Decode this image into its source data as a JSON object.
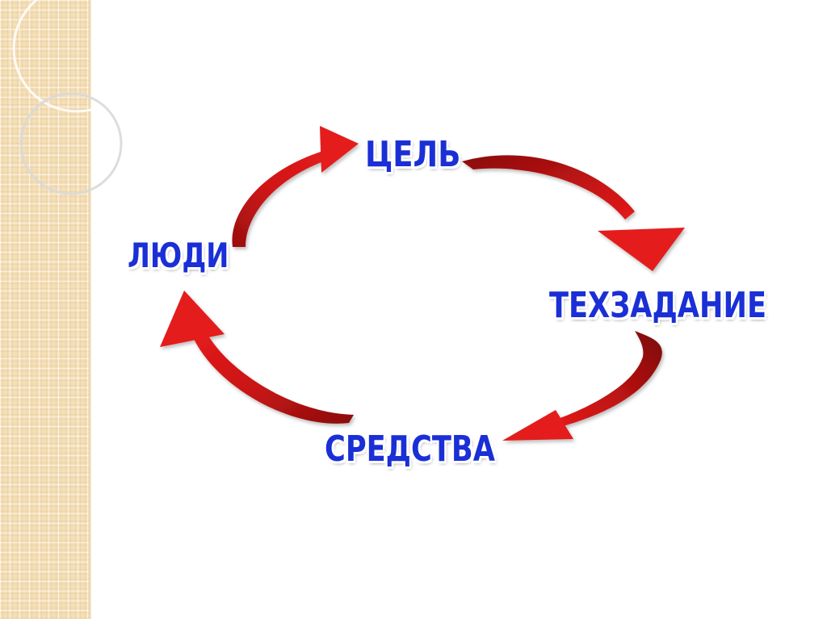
{
  "diagram": {
    "nodes": [
      {
        "id": "goal",
        "label": "ЦЕЛЬ"
      },
      {
        "id": "spec",
        "label": "ТЕХЗАДАНИЕ"
      },
      {
        "id": "means",
        "label": "СРЕДСТВА"
      },
      {
        "id": "people",
        "label": "ЛЮДИ"
      }
    ],
    "edges": [
      {
        "from": "goal",
        "to": "spec"
      },
      {
        "from": "spec",
        "to": "means"
      },
      {
        "from": "means",
        "to": "people"
      },
      {
        "from": "people",
        "to": "goal"
      }
    ]
  },
  "colors": {
    "label": "#1a2fd6",
    "arrow_dark": "#8a0d0d",
    "arrow_light": "#e41b1b",
    "side_panel": "#f4dfb8"
  }
}
